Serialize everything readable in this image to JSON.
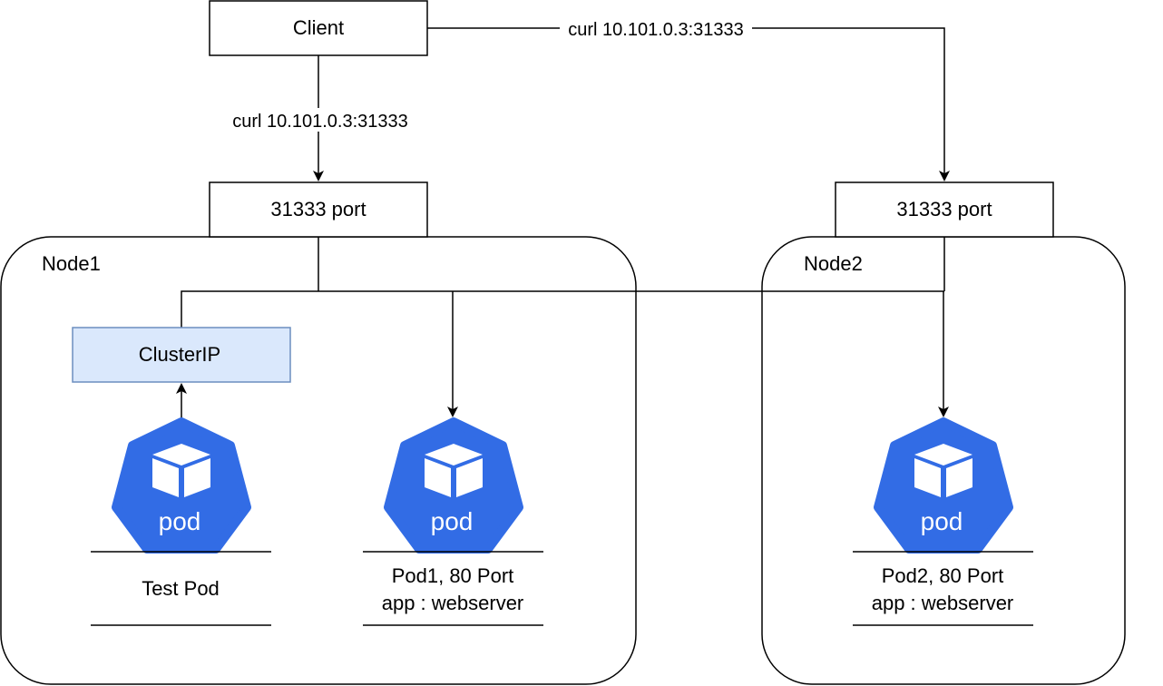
{
  "client": {
    "label": "Client"
  },
  "edges": {
    "client_to_node2": "curl 10.101.0.3:31333",
    "client_to_node1": "curl 10.101.0.3:31333"
  },
  "ports": {
    "node1": "31333 port",
    "node2": "31333 port"
  },
  "nodes": {
    "node1": {
      "label": "Node1"
    },
    "node2": {
      "label": "Node2"
    }
  },
  "cluster_ip": {
    "label": "ClusterIP"
  },
  "pods": {
    "test": {
      "icon_text": "pod",
      "caption": [
        "Test Pod"
      ]
    },
    "pod1": {
      "icon_text": "pod",
      "caption": [
        "Pod1, 80 Port",
        "app : webserver"
      ]
    },
    "pod2": {
      "icon_text": "pod",
      "caption": [
        "Pod2, 80 Port",
        "app : webserver"
      ]
    }
  },
  "colors": {
    "pod_icon": "#326ce5",
    "cluster_ip_fill": "#dae8fc",
    "cluster_ip_stroke": "#6c8ebf",
    "line": "#000000"
  }
}
